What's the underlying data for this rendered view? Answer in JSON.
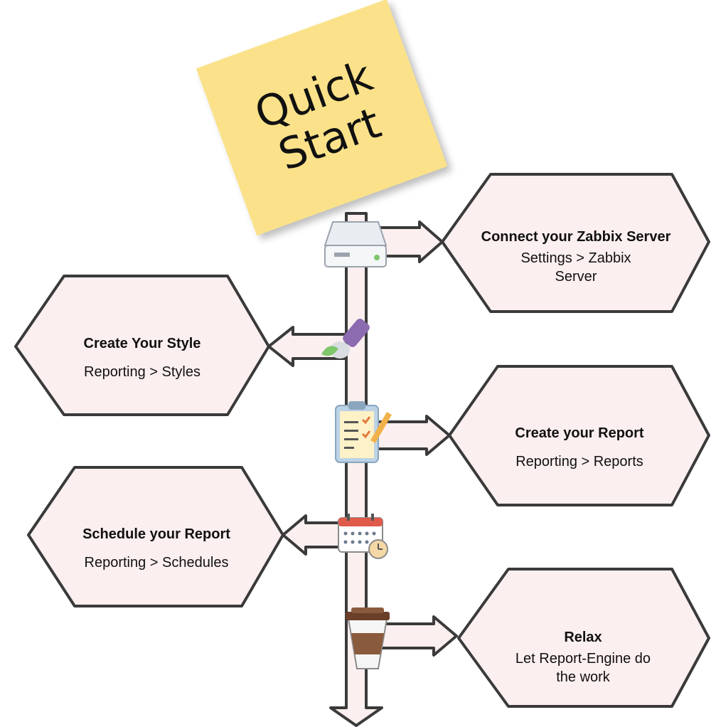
{
  "sticky_note": {
    "line1": "Quick",
    "line2": "Start"
  },
  "steps": [
    {
      "title": "Connect your Zabbix Server",
      "path_line1": "Settings > Zabbix",
      "path_line2": "Server",
      "icon": "server-icon"
    },
    {
      "title": "Create Your Style",
      "path_line1": "Reporting > Styles",
      "path_line2": "",
      "icon": "paintbrush-icon"
    },
    {
      "title": "Create your Report",
      "path_line1": "Reporting > Reports",
      "path_line2": "",
      "icon": "clipboard-checklist-icon"
    },
    {
      "title": "Schedule your Report",
      "path_line1": "Reporting > Schedules",
      "path_line2": "",
      "icon": "calendar-clock-icon"
    },
    {
      "title": "Relax",
      "path_line1": "Let Report-Engine do",
      "path_line2": "the work",
      "icon": "coffee-cup-icon"
    }
  ],
  "colors": {
    "hex_fill": "#fcefef",
    "hex_stroke": "#3a3a3a",
    "sticky": "#fbe28a"
  }
}
